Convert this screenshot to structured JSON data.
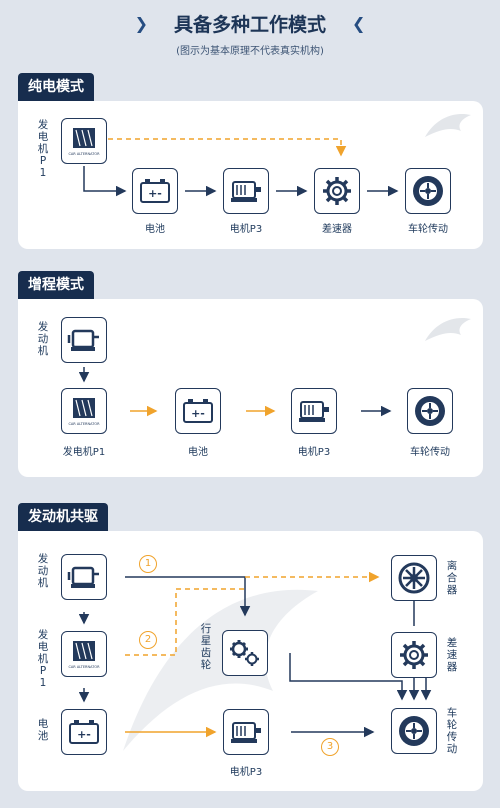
{
  "header": {
    "title": "具备多种工作模式",
    "subtitle": "(图示为基本原理不代表真实机构)"
  },
  "sections": [
    {
      "tag": "纯电模式",
      "labels": {
        "p1": "发电机P1",
        "battery": "电池",
        "motor": "电机P3",
        "diff": "差速器",
        "wheel": "车轮传动"
      }
    },
    {
      "tag": "增程模式",
      "labels": {
        "engine": "发动机",
        "p1": "发电机P1",
        "battery": "电池",
        "motor": "电机P3",
        "wheel": "车轮传动"
      }
    },
    {
      "tag": "发动机共驱",
      "labels": {
        "engine": "发动机",
        "p1": "发电机P1",
        "battery": "电池",
        "planet": "行星齿轮",
        "motor": "电机P3",
        "clutch": "离合器",
        "diff": "差速器",
        "wheel": "车轮传动"
      },
      "steps": [
        "1",
        "2",
        "3"
      ]
    }
  ],
  "icons": {
    "generator_text": "CAR ALTERNATOR"
  },
  "colors": {
    "navy": "#23395b",
    "orange": "#f0a32c",
    "bg": "#dfe4ec"
  }
}
